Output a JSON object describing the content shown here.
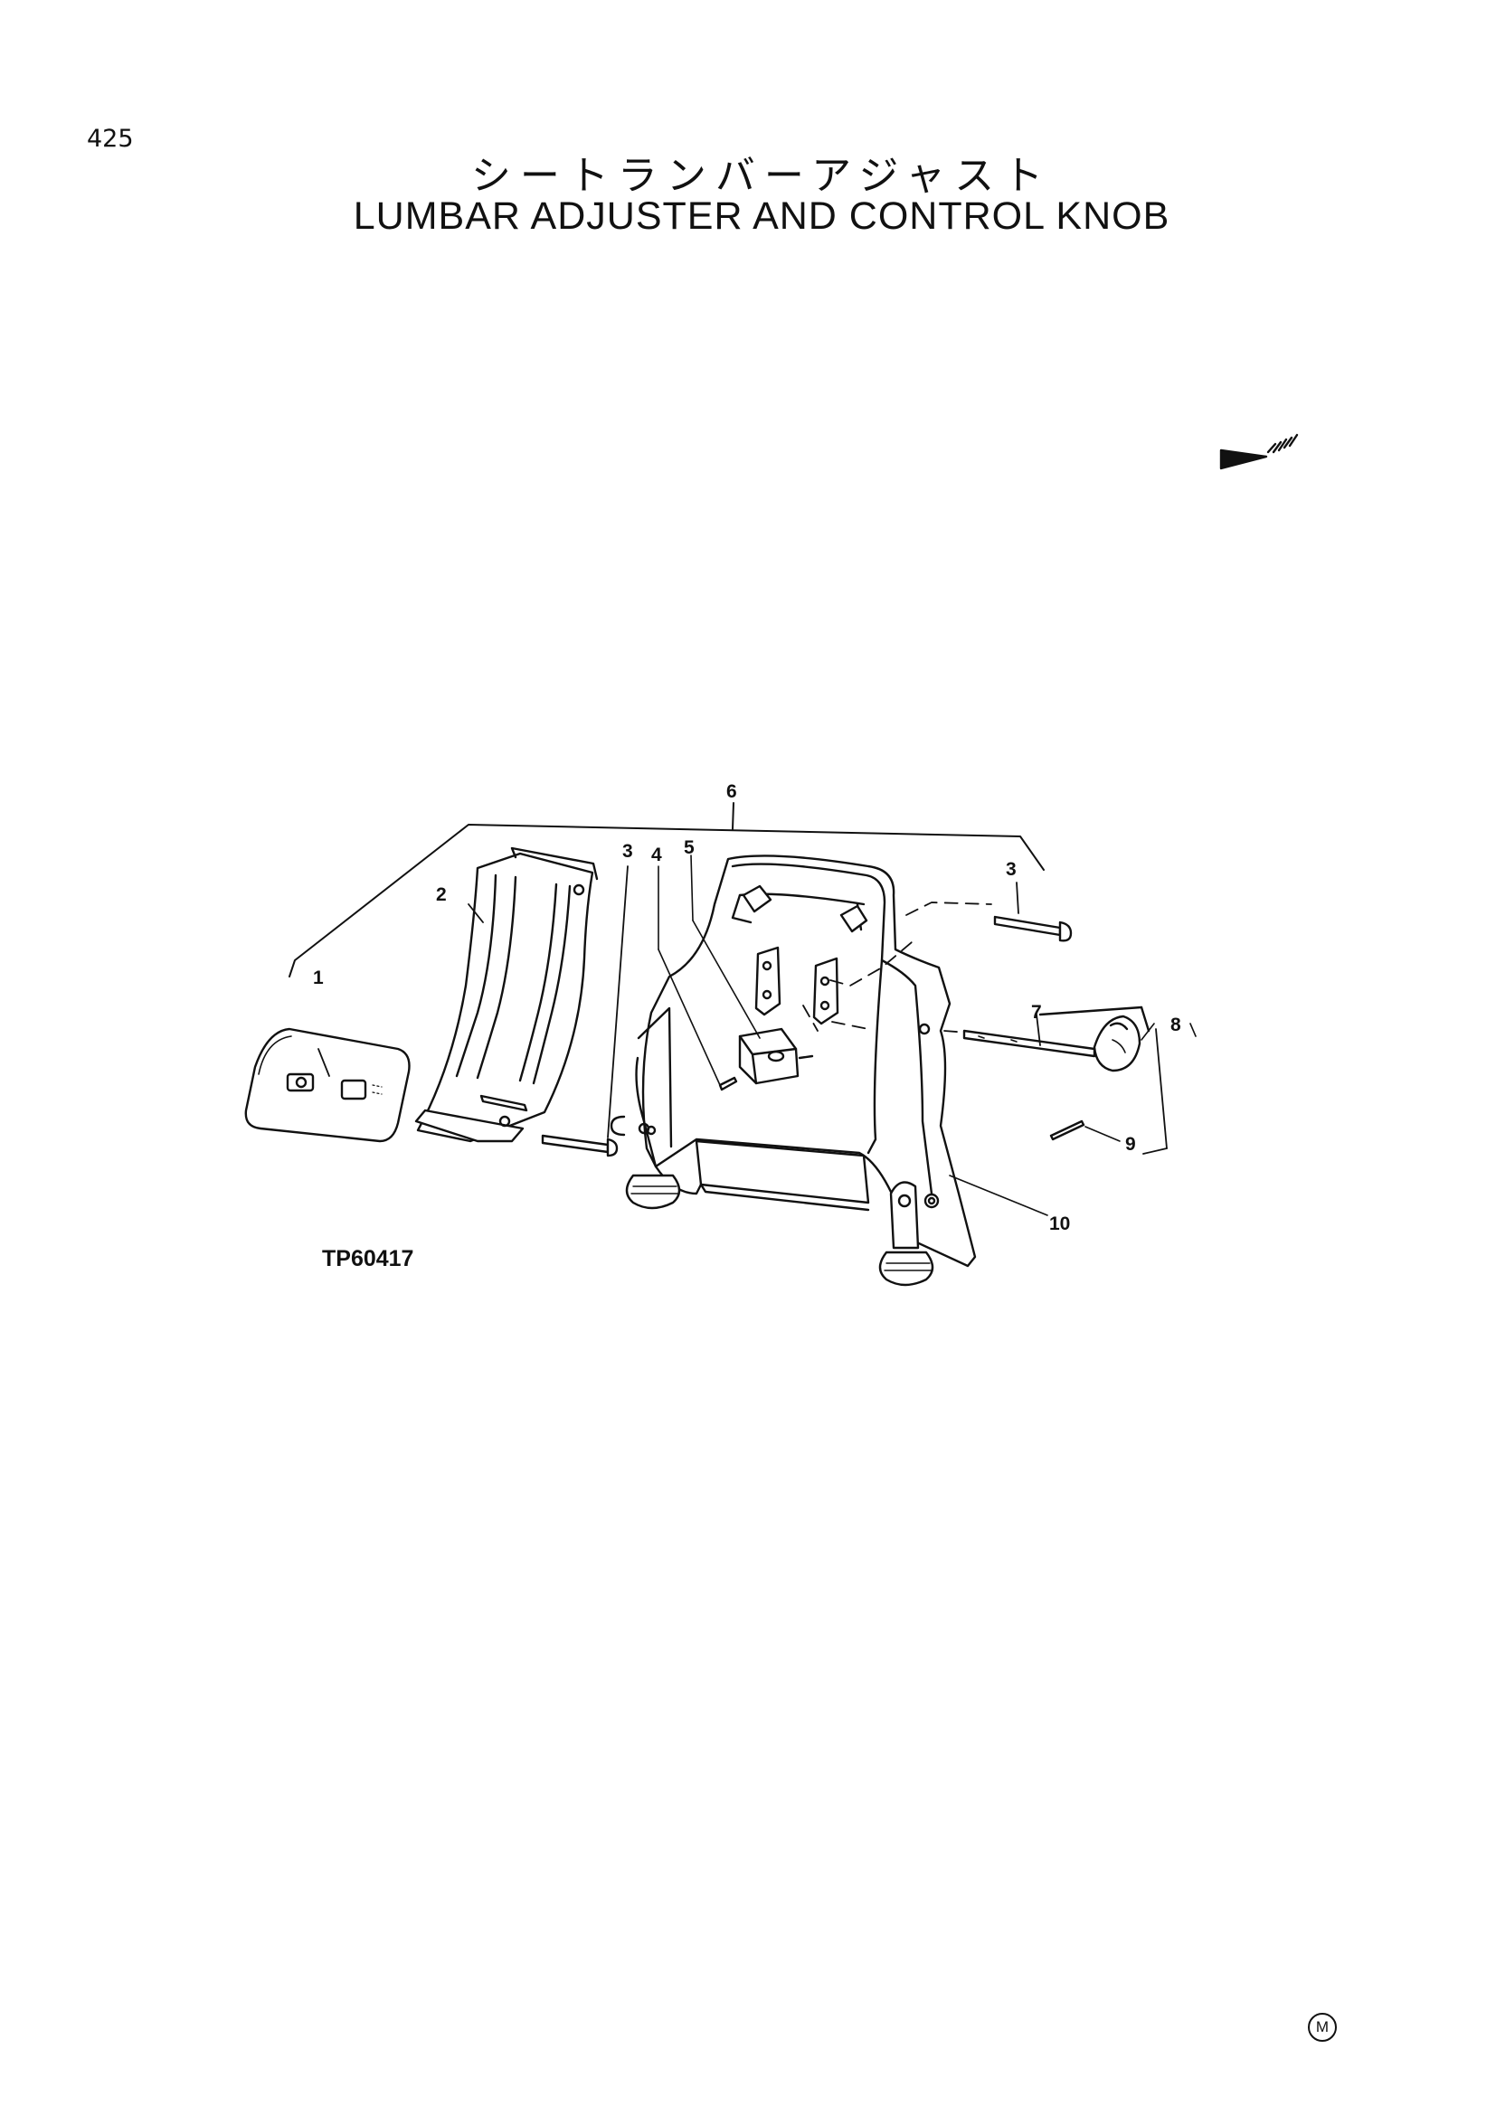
{
  "page_number": "425",
  "title_japanese": "シートランバーアジャスト",
  "title_english": "LUMBAR ADJUSTER AND CONTROL KNOB",
  "figure_code": "TP60417",
  "corner_mark": "M",
  "callouts": {
    "c1": "1",
    "c2": "2",
    "c3a": "3",
    "c3b": "3",
    "c4": "4",
    "c5": "5",
    "c6": "6",
    "c7": "7",
    "c8": "8",
    "c9": "9",
    "c10": "10"
  }
}
